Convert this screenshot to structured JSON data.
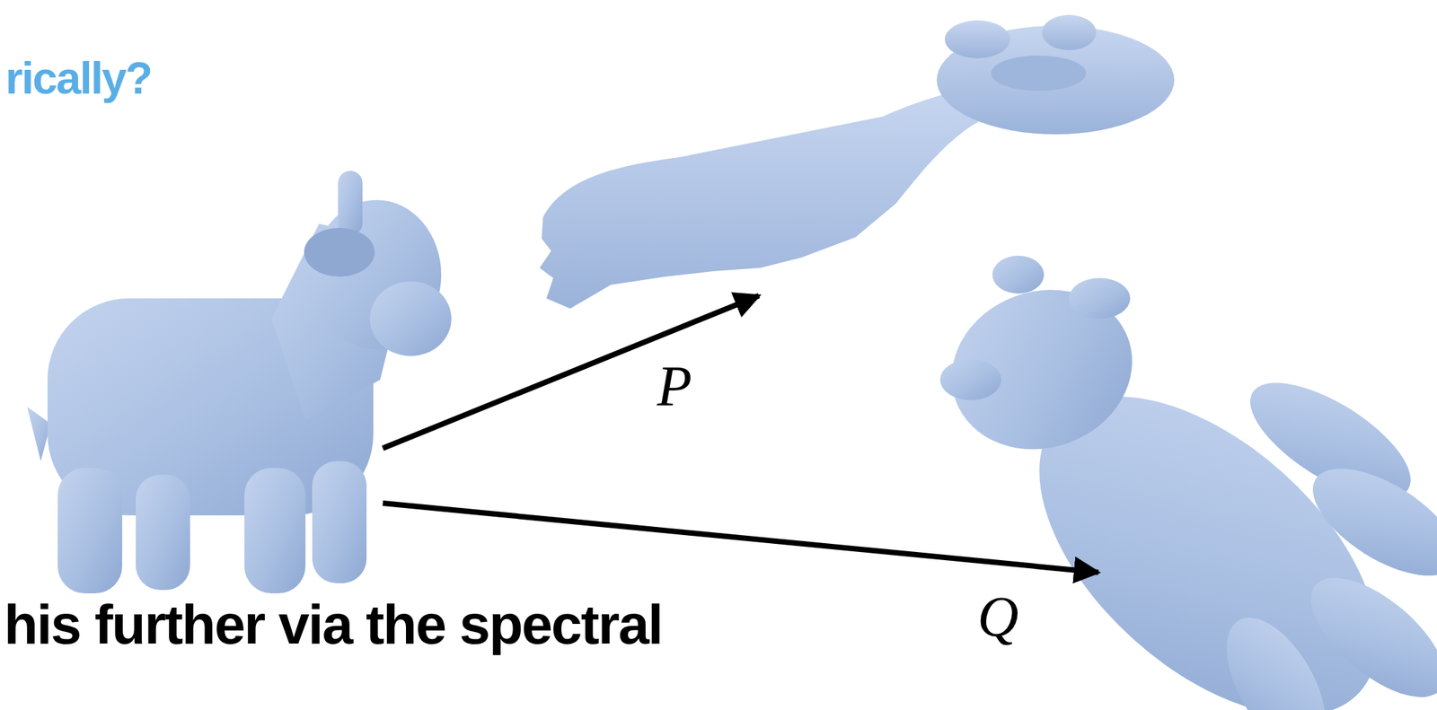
{
  "diagram": {
    "labels": [
      "rically?",
      "P",
      "Q",
      "his further via the spectral"
    ]
  }
}
